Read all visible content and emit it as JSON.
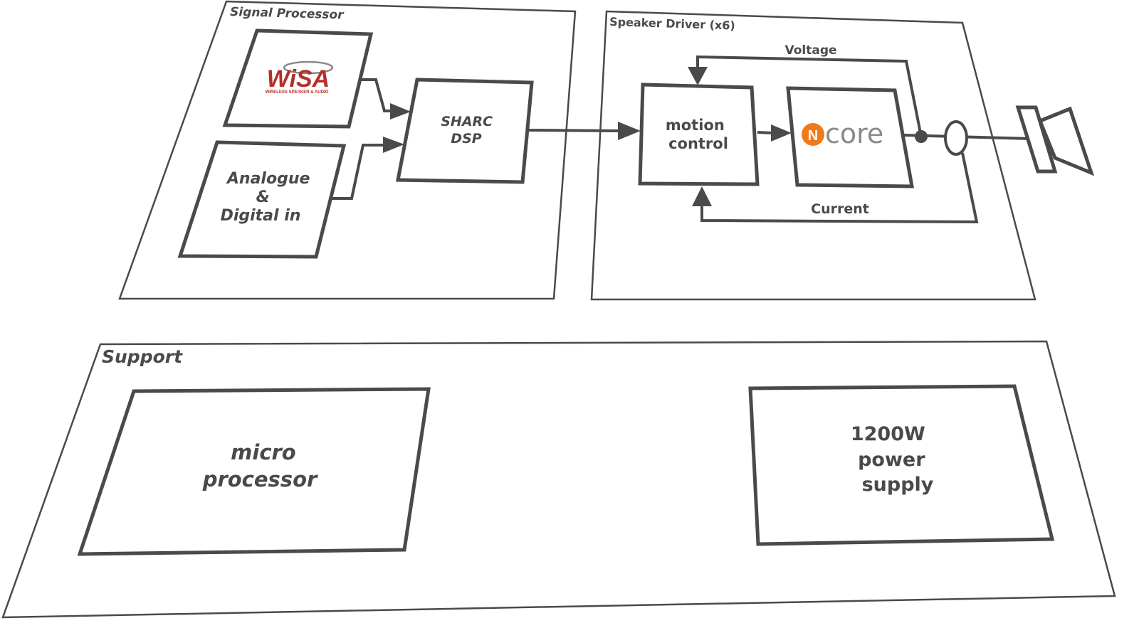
{
  "groups": {
    "signal_processor": "Signal Processor",
    "speaker_driver": "Speaker Driver (x6)",
    "support": "Support"
  },
  "blocks": {
    "wisa": {
      "logo_text": "WiSA",
      "logo_tagline": "WIRELESS SPEAKER & AUDIO"
    },
    "analogue_digital": {
      "line1": "Analogue",
      "line2": "&",
      "line3": "Digital in"
    },
    "sharc_dsp": {
      "line1": "SHARC",
      "line2": "DSP"
    },
    "motion_control": {
      "line1": "motion",
      "line2": "control"
    },
    "ncore": {
      "logo_badge": "N",
      "logo_text": "core"
    },
    "micro_processor": {
      "line1": "micro",
      "line2": "processor"
    },
    "power_supply": {
      "line1": "1200W",
      "line2": "power",
      "line3": "supply"
    }
  },
  "feedback": {
    "voltage": "Voltage",
    "current": "Current"
  },
  "colors": {
    "line": "#4a4a4a",
    "wisa_red": "#b3302a",
    "ncore_orange": "#f07a1a",
    "ncore_grey": "#8a8a8a"
  }
}
